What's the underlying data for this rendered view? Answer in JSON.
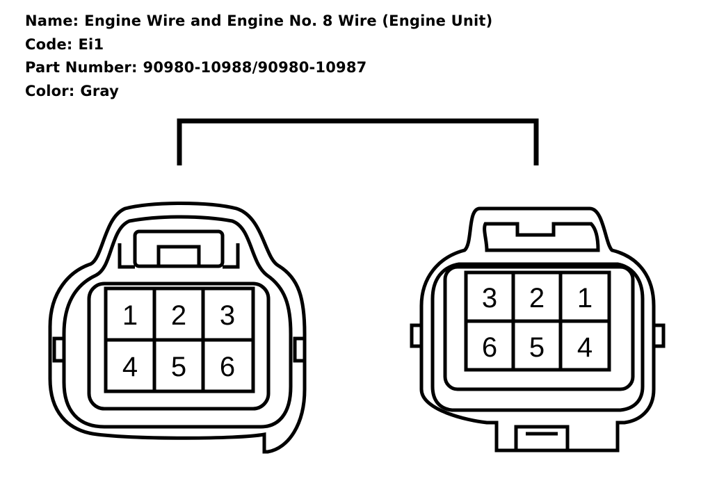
{
  "info": {
    "name_label": "Name:",
    "name_value": "Engine Wire and Engine No. 8 Wire (Engine Unit)",
    "code_label": "Code:",
    "code_value": "Ei1",
    "part_label": "Part Number:",
    "part_value": "90980-10988/90980-10987",
    "color_label": "Color:",
    "color_value": "Gray"
  },
  "left_connector": {
    "pins": [
      "1",
      "2",
      "3",
      "4",
      "5",
      "6"
    ]
  },
  "right_connector": {
    "pins": [
      "3",
      "2",
      "1",
      "6",
      "5",
      "4"
    ]
  }
}
